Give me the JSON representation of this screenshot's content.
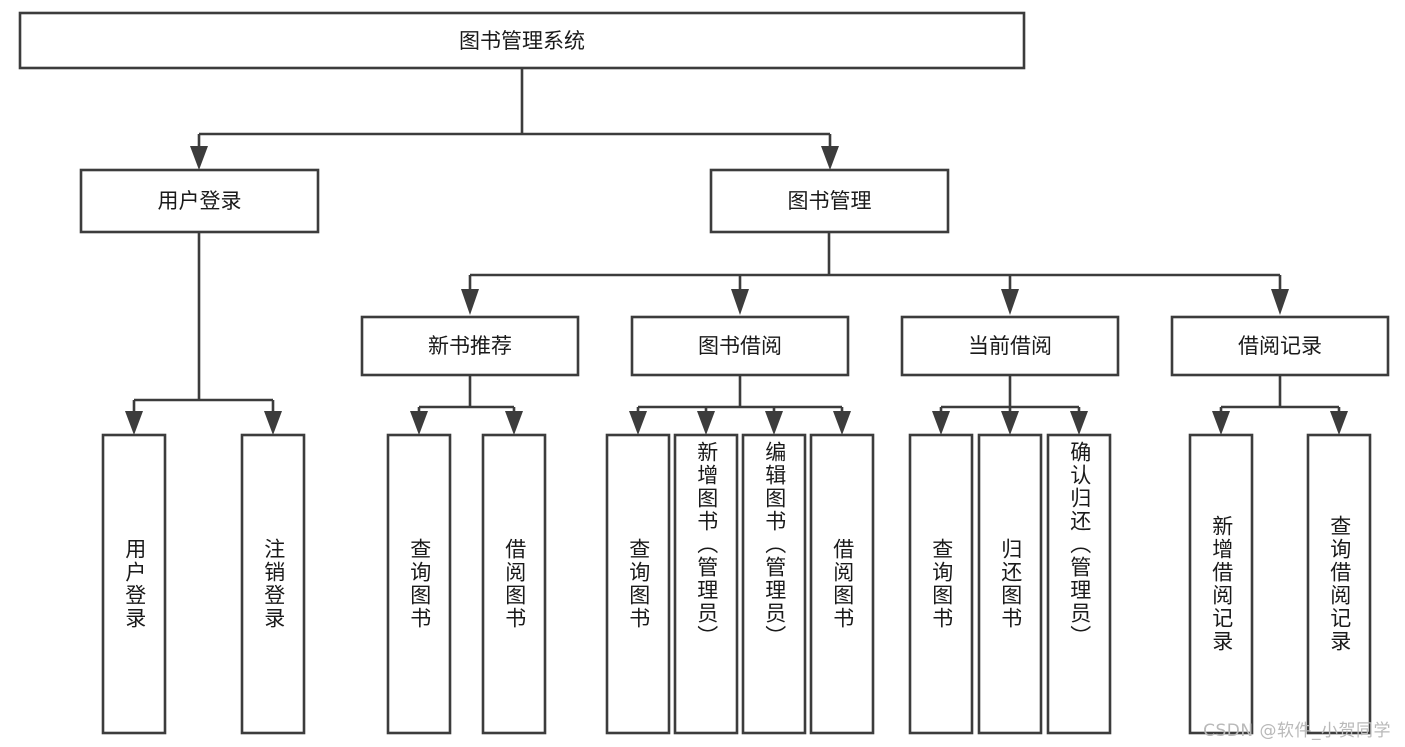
{
  "diagram": {
    "type": "tree",
    "title": "图书管理系统",
    "orientation": "top-down",
    "watermark": "CSDN @软件_小贺同学",
    "colors": {
      "box_stroke": "#3c3c3c",
      "box_fill": "#ffffff",
      "text": "#1a1a1a",
      "background": "#ffffff",
      "watermark": "#b9b9b9"
    },
    "levels": {
      "root": {
        "label": "图书管理系统"
      },
      "level2": [
        {
          "label": "用户登录"
        },
        {
          "label": "图书管理"
        }
      ],
      "level3": [
        {
          "label": "新书推荐"
        },
        {
          "label": "图书借阅"
        },
        {
          "label": "当前借阅"
        },
        {
          "label": "借阅记录"
        }
      ]
    },
    "leaves": {
      "user_login": [
        {
          "label": "用户登录"
        },
        {
          "label": "注销登录"
        }
      ],
      "new_book_recommend": [
        {
          "label": "查询图书"
        },
        {
          "label": "借阅图书"
        }
      ],
      "book_borrow": [
        {
          "label": "查询图书"
        },
        {
          "label": "新增图书（管理员）"
        },
        {
          "label": "编辑图书（管理员）"
        },
        {
          "label": "借阅图书"
        }
      ],
      "current_borrow": [
        {
          "label": "查询图书"
        },
        {
          "label": "归还图书"
        },
        {
          "label": "确认归还（管理员）"
        }
      ],
      "borrow_record": [
        {
          "label": "新增借阅记录"
        },
        {
          "label": "查询借阅记录"
        }
      ]
    }
  }
}
